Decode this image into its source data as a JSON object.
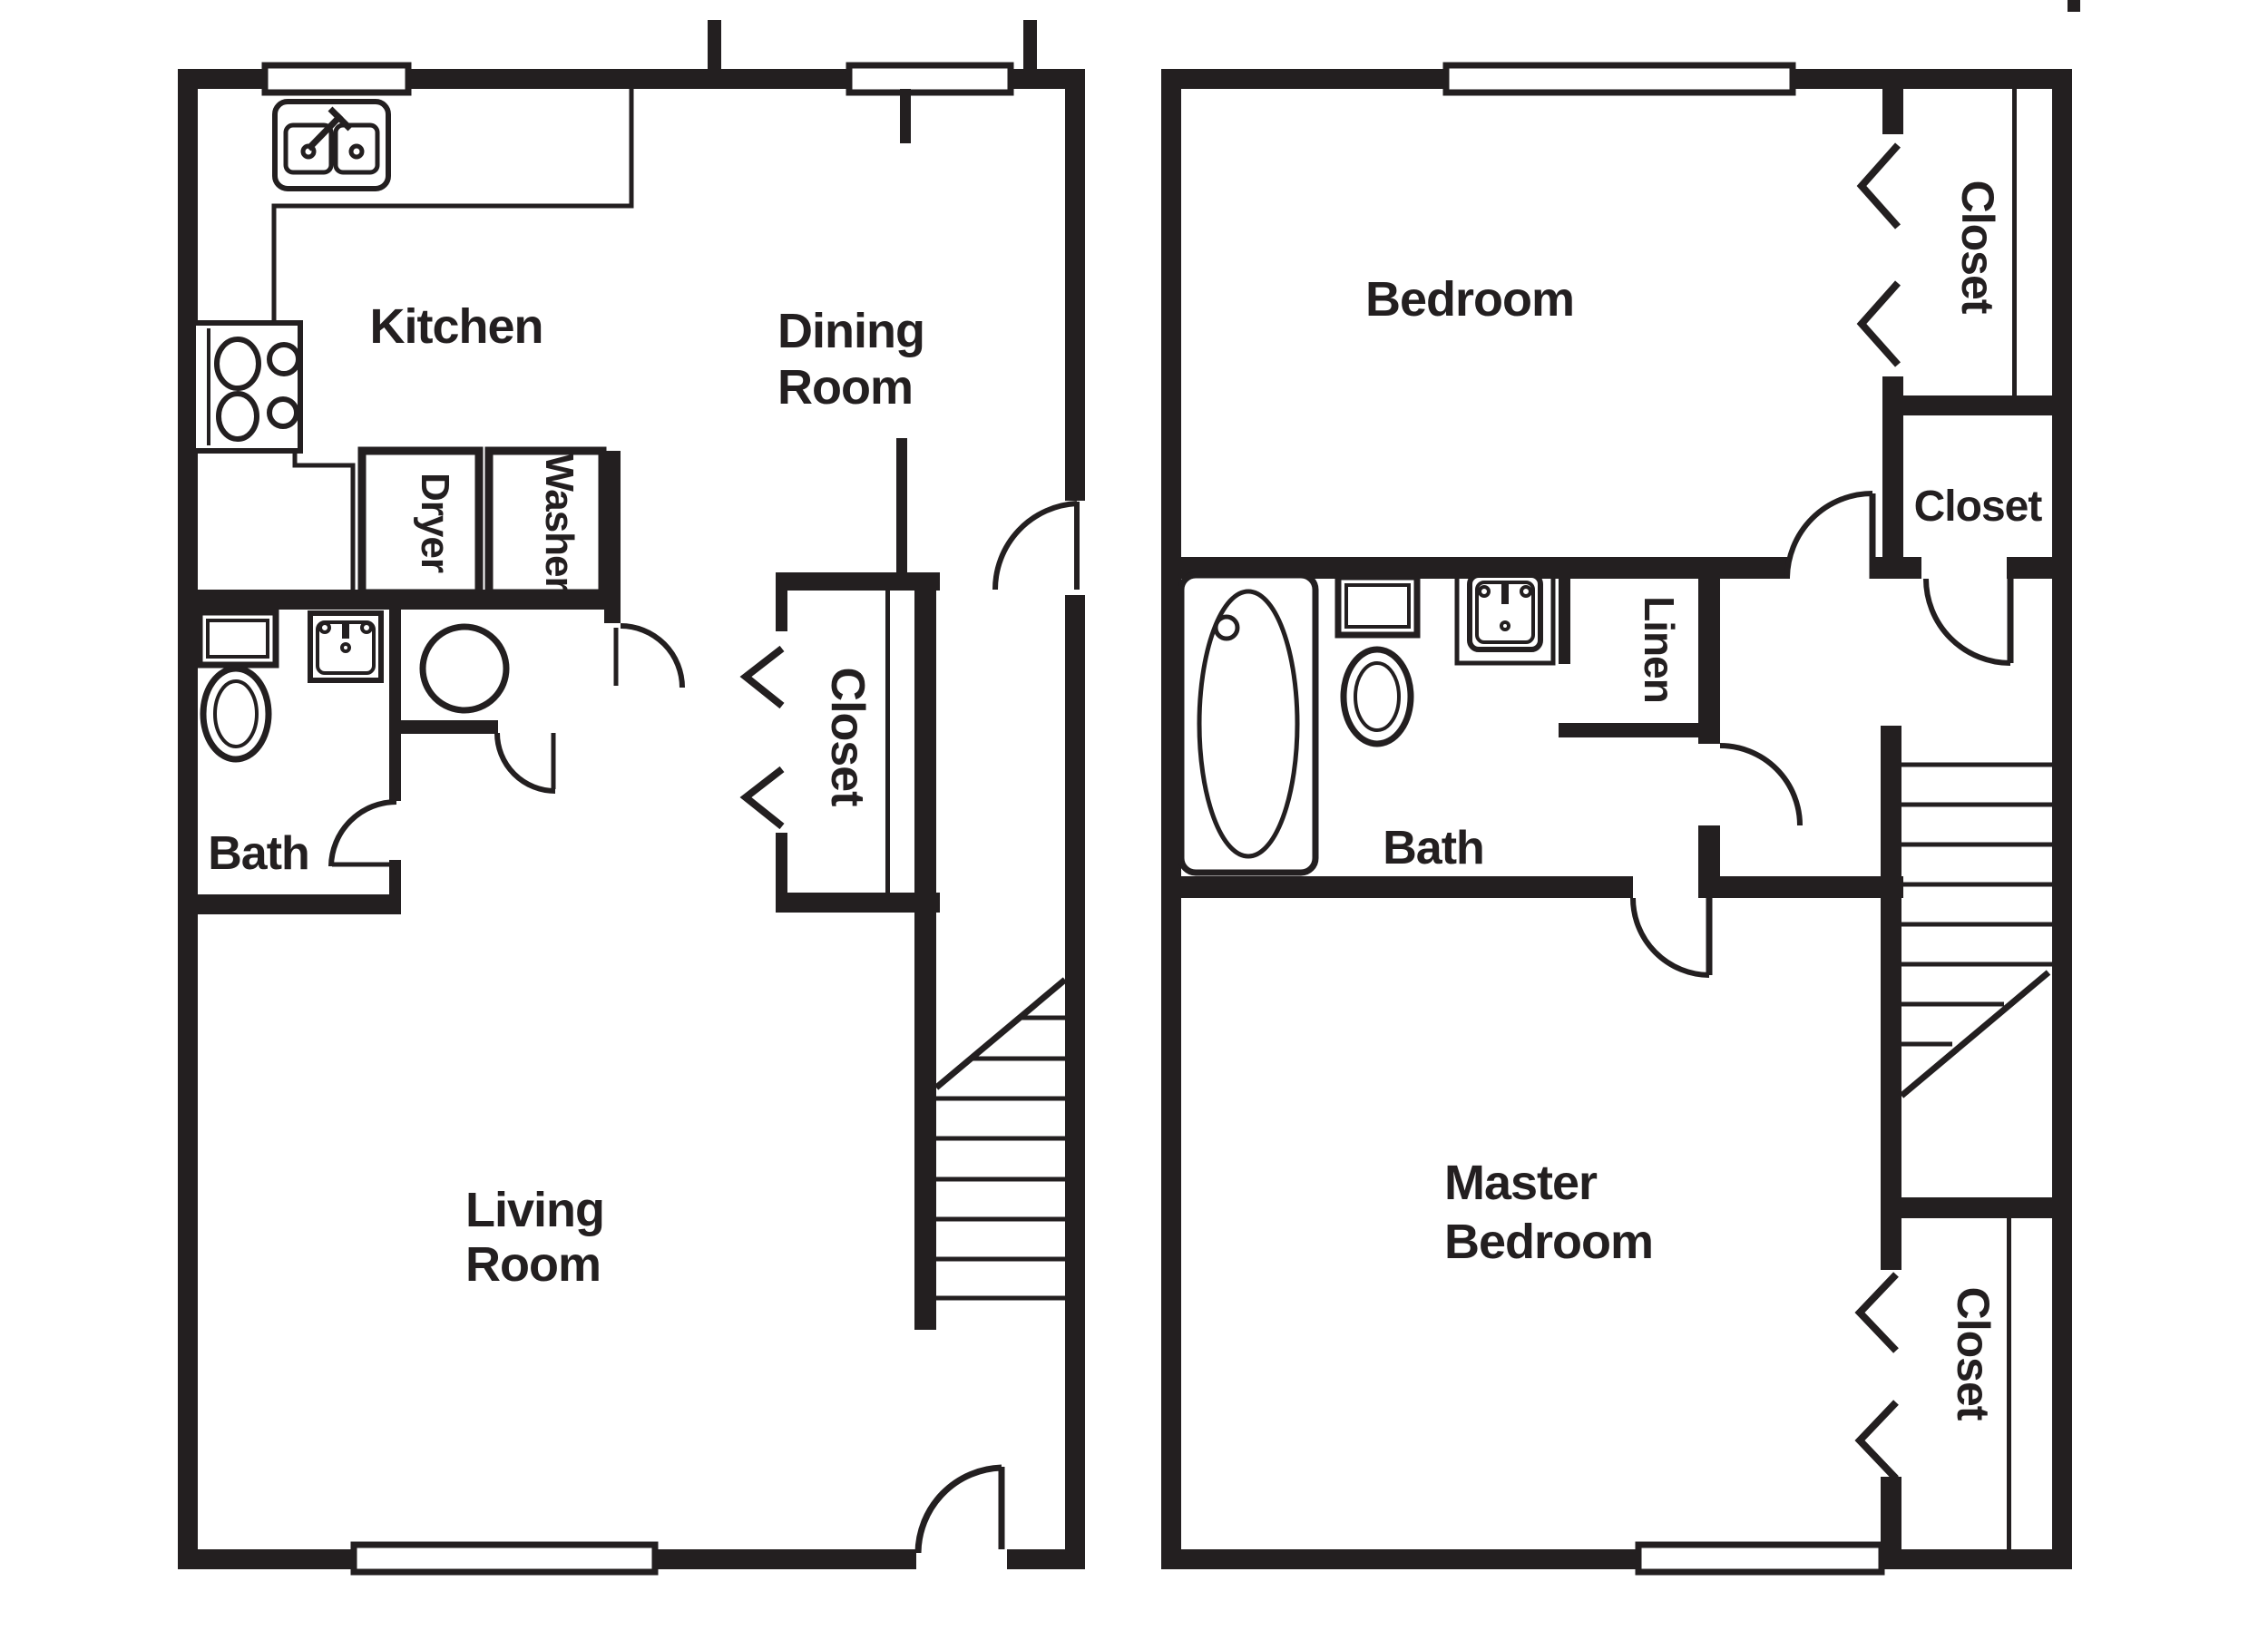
{
  "document": {
    "title": "Two-level apartment floor plan",
    "background_color": "#ffffff",
    "line_color": "#231f20"
  },
  "first_floor": {
    "rooms": {
      "kitchen": "Kitchen",
      "dining_line1": "Dining",
      "dining_line2": "Room",
      "bath": "Bath",
      "closet": "Closet",
      "living_line1": "Living",
      "living_line2": "Room"
    },
    "appliances": {
      "dryer": "Dryer",
      "washer": "Washer"
    }
  },
  "second_floor": {
    "rooms": {
      "bedroom": "Bedroom",
      "closet_top": "Closet",
      "closet_mid": "Closet",
      "linen": "Linen",
      "bath": "Bath",
      "master_line1": "Master",
      "master_line2": "Bedroom",
      "closet_master": "Closet"
    }
  }
}
